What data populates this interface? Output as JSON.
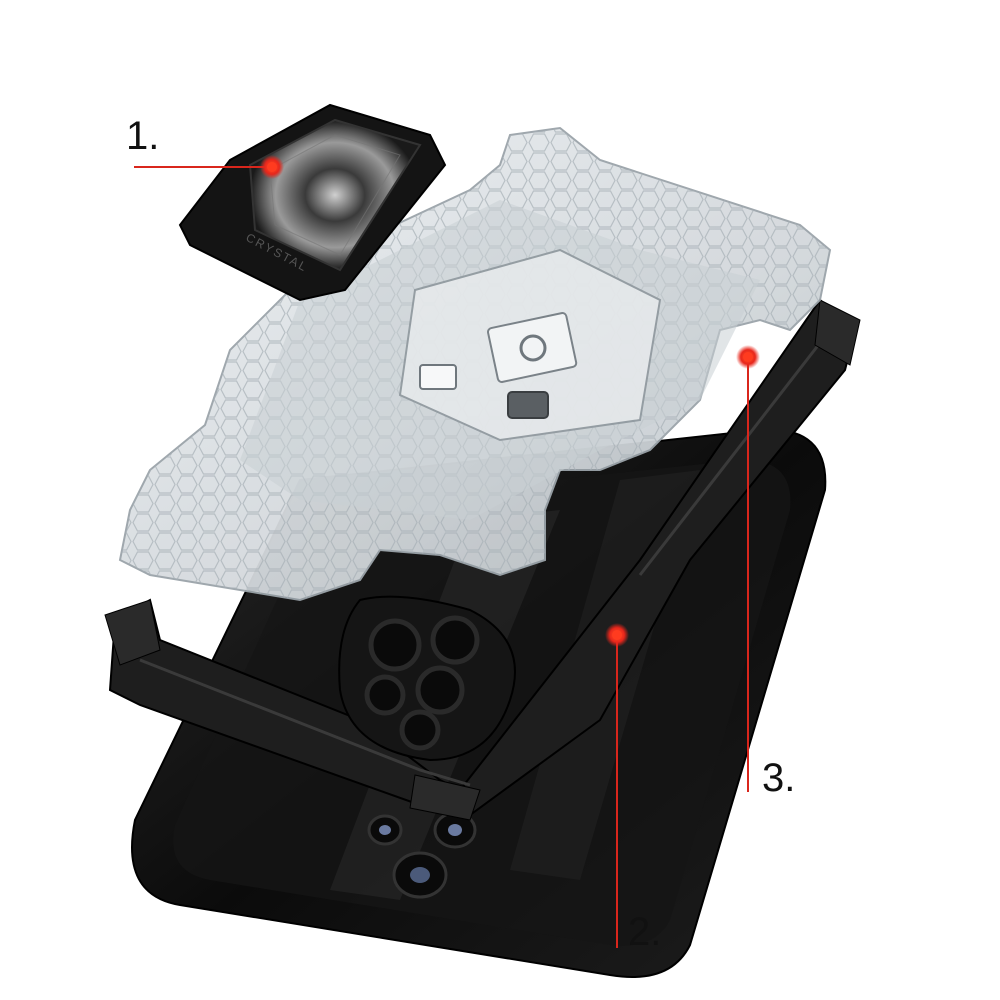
{
  "callouts": [
    {
      "number": "1."
    },
    {
      "number": "2."
    },
    {
      "number": "3."
    }
  ],
  "ring_holder": {
    "engraved_text": "CRYSTAL"
  },
  "colors": {
    "background": "#ffffff",
    "callout_line": "#d9261c",
    "callout_dot": "#ff3b1f",
    "phone_body": "#0d0d0d",
    "bumper_frame": "#1c1c1c",
    "clear_back_panel": "#dfe3e6"
  },
  "icons": [
    "ring-holder-icon",
    "phone-body-icon",
    "bumper-frame-icon",
    "clear-back-panel-icon",
    "camera-bump-icon"
  ]
}
